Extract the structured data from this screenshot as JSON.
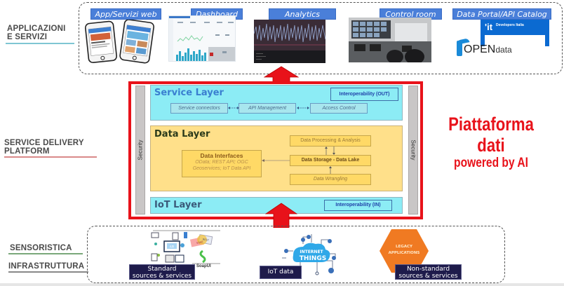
{
  "left_labels": {
    "applications": [
      "APPLICAZIONI",
      "E SERVIZI"
    ],
    "platform": [
      "SERVICE DELIVERY",
      "PLATFORM"
    ],
    "sensors": "SENSORISTICA",
    "infrastructure": "INFRASTRUTTURA"
  },
  "top_apps": [
    {
      "label": "App/Servizi web",
      "icon": "mobile-devices-icon"
    },
    {
      "label": "Dashboard",
      "icon": "dashboard-screenshot-icon"
    },
    {
      "label": "Analytics",
      "icon": "analytics-screenshot-icon"
    },
    {
      "label": "Control room",
      "icon": "control-room-photo-icon"
    },
    {
      "label": "Data Portal/API Catalog",
      "icon": "data-portal-icon"
    }
  ],
  "data_portal": {
    "developers_brand": "Developers Italia",
    "it_mark": "'it",
    "opendata_open": "OPEN",
    "opendata_data": "data"
  },
  "platform": {
    "security_label": "Security",
    "service_layer": {
      "title": "Service Layer",
      "interop": "Interoperability (OUT)",
      "components": [
        "Service connectors",
        "API Management",
        "Access Control"
      ]
    },
    "data_layer": {
      "title": "Data Layer",
      "interfaces_title": "Data Interfaces",
      "interfaces_lines": [
        "OData; REST API; OGC",
        "Geoservices; IoT Data API"
      ],
      "processing": "Data Processing & Analysis",
      "storage": "Data Storage - Data Lake",
      "wrangling": "Data Wrangling"
    },
    "iot_layer": {
      "title": "IoT Layer",
      "interop": "Interoperability (IN)"
    }
  },
  "headline": {
    "line1": "Piattaforma",
    "line2": "dati",
    "line3": "powered by AI"
  },
  "sources": {
    "standard": [
      "Standard",
      "sources & services"
    ],
    "soapui": "SoapUI",
    "soap_tag": "SOAP",
    "rest_tag": "REST",
    "api_tag": "API",
    "iot": "IoT data",
    "iot_cloud": [
      "INTERNET",
      "THINGS"
    ],
    "legacy_hex": [
      "LEGACY",
      "APPLICATIONS"
    ],
    "nonstandard": [
      "Non-standard",
      "sources & services"
    ]
  },
  "colors": {
    "red": "#e8121a",
    "cyan_layer": "#8cecf5",
    "yellow_layer": "#ffe08a",
    "label_blue": "#4a7fd9",
    "navy": "#1e1b4b",
    "legacy_orange": "#f07a22"
  }
}
